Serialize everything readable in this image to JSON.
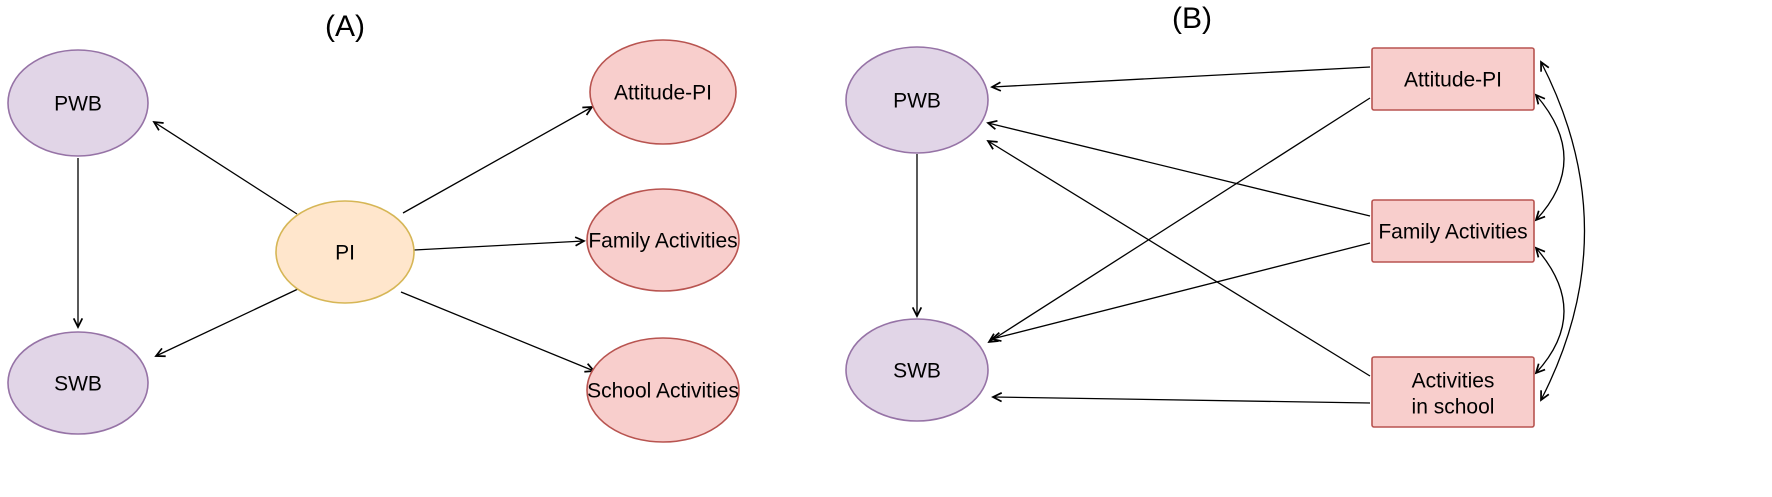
{
  "figure": {
    "panelA": {
      "title": "(A)",
      "nodes": {
        "pwb": "PWB",
        "swb": "SWB",
        "pi": "PI",
        "attitude": "Attitude-PI",
        "family": "Family Activities",
        "school": "School Activities"
      }
    },
    "panelB": {
      "title": "(B)",
      "nodes": {
        "pwb": "PWB",
        "swb": "SWB",
        "attitude": "Attitude-PI",
        "family": "Family Activities",
        "school_line1": "Activities",
        "school_line2": "in school"
      }
    },
    "colors": {
      "wellbeing_fill": "#E1D5E7",
      "wellbeing_stroke": "#9673A6",
      "pi_fill": "#FFE6CC",
      "pi_stroke": "#D6B656",
      "activity_fill": "#F8CECC",
      "activity_stroke": "#B85450",
      "arrow": "#000000"
    }
  }
}
